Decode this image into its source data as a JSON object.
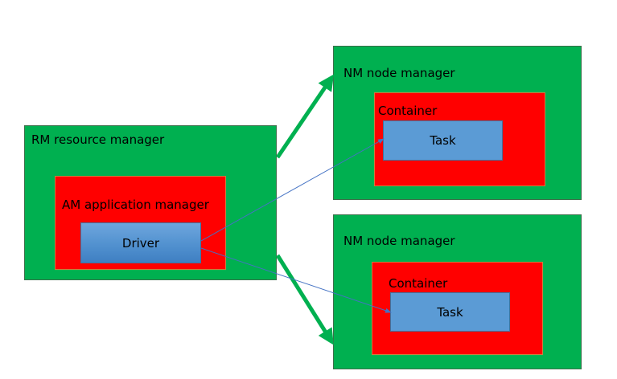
{
  "colors": {
    "node_fill": "#00b050",
    "container_fill": "#ff0000",
    "task_fill": "#5b9bd5",
    "thick_arrow": "#00b050",
    "thin_arrow": "#4472c4"
  },
  "rm": {
    "label": "RM resource manager",
    "am": {
      "label": "AM application manager",
      "driver": {
        "label": "Driver"
      }
    }
  },
  "nodes": [
    {
      "label": "NM node manager",
      "container": {
        "label": "Container",
        "task": {
          "label": "Task"
        }
      }
    },
    {
      "label": "NM node manager",
      "container": {
        "label": "Container",
        "task": {
          "label": "Task"
        }
      }
    }
  ]
}
